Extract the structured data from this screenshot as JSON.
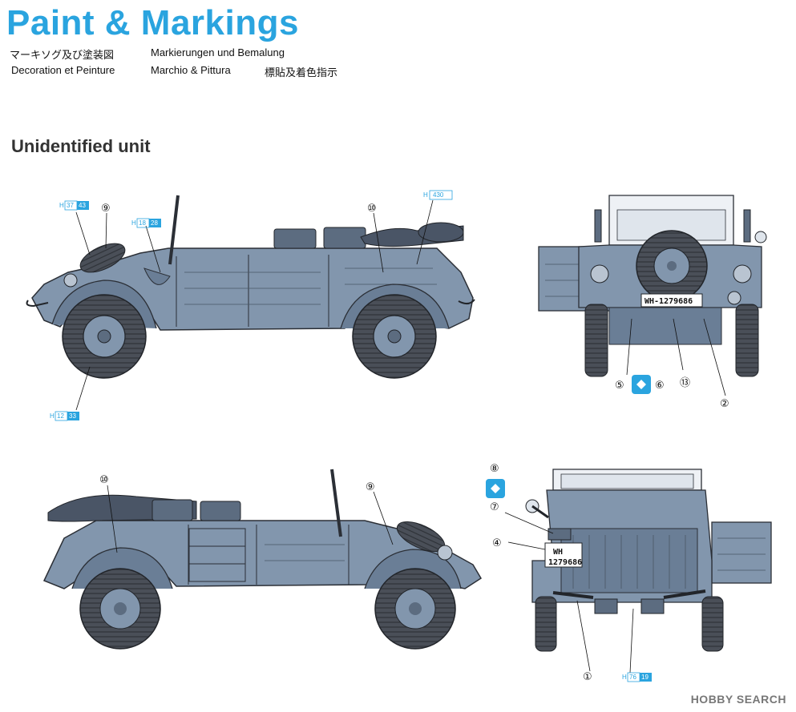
{
  "header": {
    "title": "Paint & Markings",
    "subtitles": [
      "マーキソグ及び塗装図",
      "Markierungen und Bemalung",
      "Decoration et Peinture",
      "Marchio & Pittura",
      "標貼及着色指示"
    ]
  },
  "unit_title": "Unidentified unit",
  "paint_codes": [
    {
      "prefix": "H",
      "num": "37",
      "box": "43"
    },
    {
      "prefix": "H",
      "num": "18",
      "box": "28"
    },
    {
      "prefix": "H",
      "num": "430",
      "box": ""
    },
    {
      "prefix": "H",
      "num": "12",
      "box": "33"
    },
    {
      "prefix": "H",
      "num": "76",
      "box": "19"
    }
  ],
  "callouts": [
    "⑨",
    "⑩",
    "⑤",
    "⑥",
    "⑬",
    "②",
    "⑧",
    "⑦",
    "④",
    "①",
    "⑩",
    "⑨"
  ],
  "plates": {
    "front": "WH-1279686",
    "rear_line1": "WH",
    "rear_line2": "1279686"
  },
  "watermark": "HOBBY SEARCH",
  "colors": {
    "accent": "#2aa4df",
    "body": "#8296ad",
    "body_dark": "#6a7e96",
    "tire": "#4a4f58"
  }
}
